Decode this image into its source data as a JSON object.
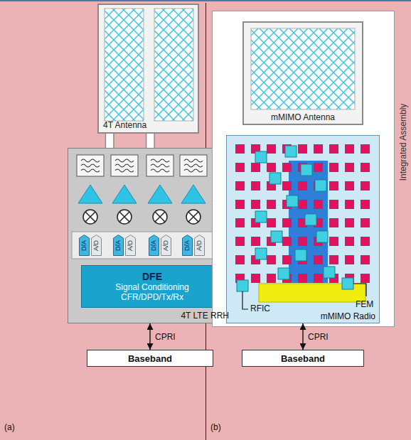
{
  "diagram": {
    "nodes": [
      {
        "text": [
          "4T Antenna"
        ]
      },
      {
        "text": [
          "4T LTE RRH"
        ]
      },
      {
        "text": [
          "D/A"
        ],
        "in": 1
      },
      {
        "text": [
          "A/D"
        ],
        "in": 1
      },
      {
        "text": [
          "D/A"
        ],
        "in": 1
      },
      {
        "text": [
          "A/D"
        ],
        "in": 1
      },
      {
        "text": [
          "D/A"
        ],
        "in": 1
      },
      {
        "text": [
          "A/D"
        ],
        "in": 1
      },
      {
        "text": [
          "D/A"
        ],
        "in": 1
      },
      {
        "text": [
          "A/D"
        ],
        "in": 1
      },
      {
        "text": [
          "DFE",
          "Signal Conditioning CFR/DPD/Tx/Rx"
        ],
        "in": 1
      },
      {
        "text": [
          "Baseband"
        ]
      },
      {
        "text": [
          "Integrated Assembly"
        ]
      },
      {
        "text": [
          "mMIMO Antenna"
        ],
        "in": 12
      },
      {
        "text": [
          "mMIMO Radio"
        ],
        "in": 12
      },
      {
        "text": [
          "Baseband"
        ]
      }
    ],
    "edges": [
      {
        "from": 0,
        "to": 1,
        "arrow": "none"
      },
      {
        "from": 0,
        "to": 1,
        "arrow": "none"
      },
      {
        "from": 1,
        "to": 11,
        "arrow": "both",
        "label": "CPRI"
      },
      {
        "from": 14,
        "to": 15,
        "arrow": "both",
        "label": "CPRI"
      }
    ],
    "labels": [
      "RFIC",
      "FEM",
      "(a)",
      "(b)"
    ]
  }
}
